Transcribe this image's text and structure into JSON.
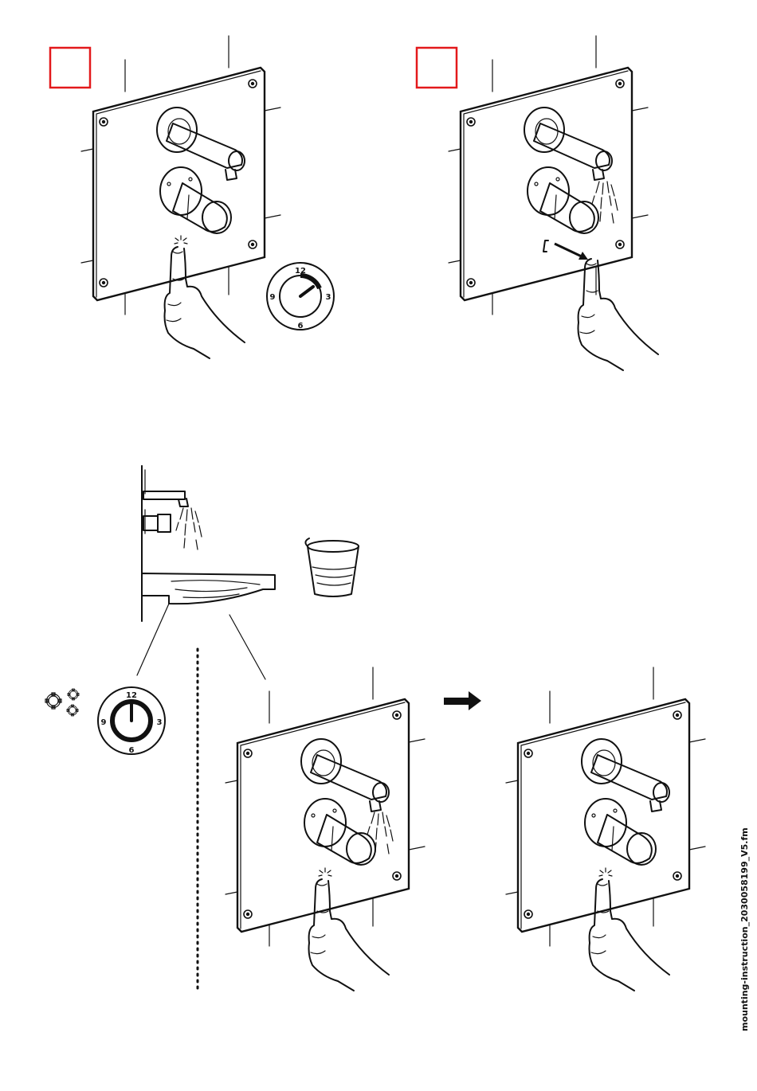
{
  "dials": {
    "dial_1": {
      "n12": "12",
      "n3": "3",
      "n6": "6",
      "n9": "9"
    },
    "dial_2": {
      "n12": "12",
      "n3": "3",
      "n6": "6",
      "n9": "9"
    }
  },
  "footer": {
    "filename": "mounting-instruction_2030058199_V5.fm"
  },
  "colors": {
    "checkbox_border": "#e3191b",
    "line": "#111111"
  },
  "icons": [
    "checkbox-icon",
    "gear-icon",
    "arrow-right-icon",
    "glass-icon",
    "hand-icon",
    "timer-dial-icon"
  ]
}
